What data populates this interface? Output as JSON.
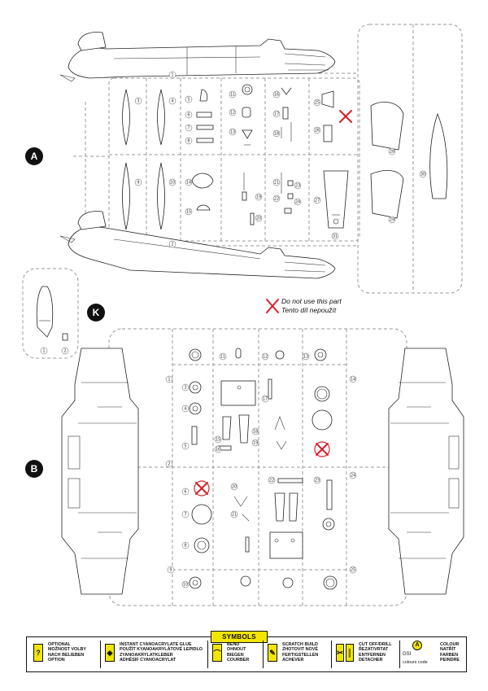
{
  "sprues": {
    "a_label": "A",
    "b_label": "B",
    "k_label": "K"
  },
  "notice": {
    "line1": "Do not use this part",
    "line2": "Tento díl nepoužít"
  },
  "part_numbers": {
    "a": [
      "1",
      "2",
      "3",
      "4",
      "5",
      "6",
      "7",
      "8",
      "9",
      "10",
      "11",
      "12",
      "13",
      "14",
      "15",
      "16",
      "17",
      "18",
      "19",
      "20",
      "21",
      "22",
      "23",
      "24",
      "25",
      "26",
      "27",
      "28",
      "29",
      "30",
      "31"
    ],
    "k": [
      "1",
      "2"
    ],
    "b": [
      "1",
      "2",
      "3",
      "4",
      "5",
      "6",
      "7",
      "8",
      "9",
      "10",
      "11",
      "12",
      "13",
      "14",
      "15",
      "16",
      "17",
      "18",
      "19",
      "20",
      "21",
      "22",
      "23",
      "24",
      "25"
    ]
  },
  "legend": {
    "title": "SYMBOLS",
    "items": [
      {
        "icon": "question-icon",
        "glyph": "?",
        "lines": [
          "OPTIONAL",
          "MOŽNOST VOLBY",
          "NACH BELIEBEN",
          "OPTION"
        ]
      },
      {
        "icon": "glue-drop-icon",
        "glyph": "◆",
        "lines": [
          "INSTANT CYANOACRYLATE GLUE",
          "POUŽÍT KYANOAKRYLÁTOVÉ LEPIDLO",
          "ZYANOAKRYLATKLEBER",
          "ADHÉSIF CYANOACRYLAT"
        ]
      },
      {
        "icon": "bend-icon",
        "glyph": "⌒",
        "lines": [
          "BEND",
          "OHNOUT",
          "BIEGEN",
          "COURBER"
        ]
      },
      {
        "icon": "scratch-build-icon",
        "glyph": "✎",
        "lines": [
          "SCRATCH BUILD",
          "ZHOTOVIT NOVÉ",
          "FERTIGSTELLEN",
          "ACHEVER"
        ]
      },
      {
        "icon": "cut-off-icon",
        "glyph": "✂",
        "lines": [
          "CUT OFF/DRILL",
          "ŘEZAT/VRTAT",
          "ENTFERNEN",
          "DETACHER"
        ]
      },
      {
        "icon": "colour-icon",
        "glyph": "A",
        "lines": [
          "COLOUR",
          "NATŘÍT",
          "FARBEN",
          "PEINDRE"
        ]
      }
    ],
    "gsi_label": "GSI",
    "colours_code": "colours code"
  },
  "colors": {
    "accent_yellow": "#f2e600",
    "cross_red": "#d8202a",
    "sprue_gray": "#9a9a9a"
  }
}
